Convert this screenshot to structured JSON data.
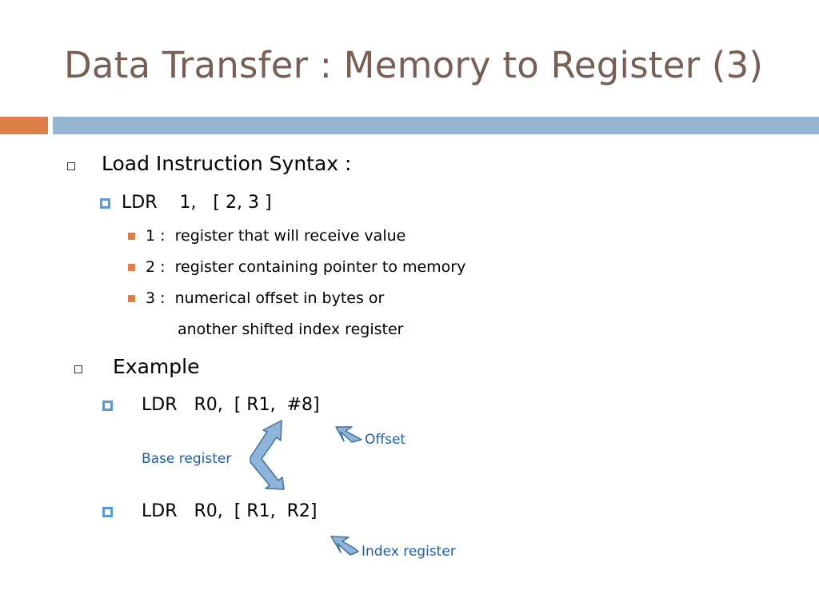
{
  "title": "Data Transfer : Memory to Register (3)",
  "bullets": {
    "syntax_heading": "Load Instruction Syntax :",
    "syntax_example": "LDR    1,   [ 2, 3 ]",
    "items": [
      "1 :  register that will receive value",
      "2 :  register containing pointer to memory",
      "3 :  numerical offset in bytes or"
    ],
    "item3_continuation": "another shifted index register",
    "example_heading": "Example",
    "example1": "LDR   R0,  [ R1,  #8]",
    "example2": "LDR   R0,  [ R1,  R2]"
  },
  "annotations": {
    "offset": "Offset",
    "base_register": "Base register",
    "index_register": "Index register"
  },
  "colors": {
    "title": "#775f55",
    "accent_orange": "#dd8047",
    "accent_blue": "#94b6d2",
    "annotation_text": "#1f5fa6",
    "arrow_fill": "#8fb4d9",
    "arrow_stroke": "#41719c"
  }
}
